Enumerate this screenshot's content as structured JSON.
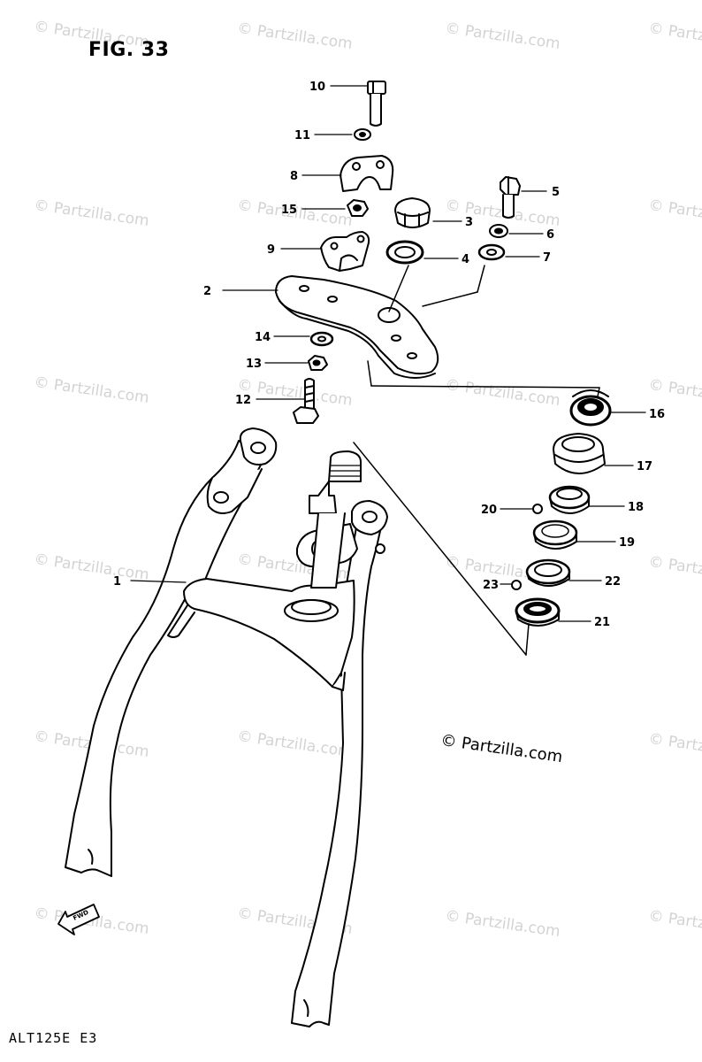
{
  "figure": {
    "title": "FIG. 33",
    "model_code": "ALT125E E3",
    "copyright": "© Partzilla.com",
    "watermark": "© Partzilla.com",
    "fwd_label": "FWD"
  },
  "callouts": [
    "1",
    "2",
    "3",
    "4",
    "5",
    "6",
    "7",
    "8",
    "9",
    "10",
    "11",
    "12",
    "13",
    "14",
    "15",
    "16",
    "17",
    "18",
    "19",
    "20",
    "21",
    "22",
    "23"
  ]
}
